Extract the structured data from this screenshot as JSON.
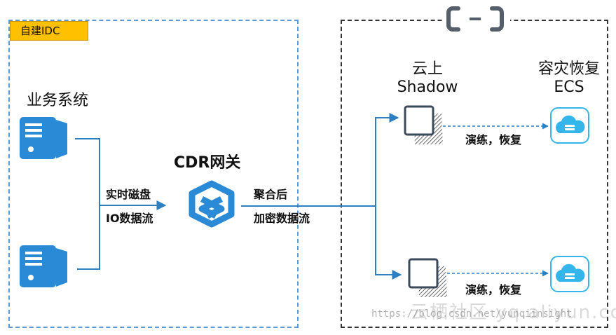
{
  "idc": {
    "label": "自建IDC"
  },
  "business": {
    "label": "业务系统"
  },
  "gateway": {
    "label": "CDR网关"
  },
  "io_flow": {
    "line1": "实时磁盘",
    "line2": "IO数据流"
  },
  "aggregated": {
    "line1": "聚合后",
    "line2": "加密数据流"
  },
  "shadow": {
    "line1": "云上",
    "line2": "Shadow"
  },
  "recovery": {
    "line1": "容灾恢复",
    "line2": "ECS"
  },
  "drill_top": "演练，恢复",
  "drill_bottom": "演练，恢复",
  "watermark": {
    "url": "https://blog.csdn.net/yunqiinsight",
    "brand": "云栖社区 yq.aliyun.com"
  },
  "colors": {
    "server_blue": "#2b8ad6",
    "line_blue": "#2e7fc0",
    "idc_tag": "#ffc000",
    "ecs_cyan": "#35b6ea"
  }
}
